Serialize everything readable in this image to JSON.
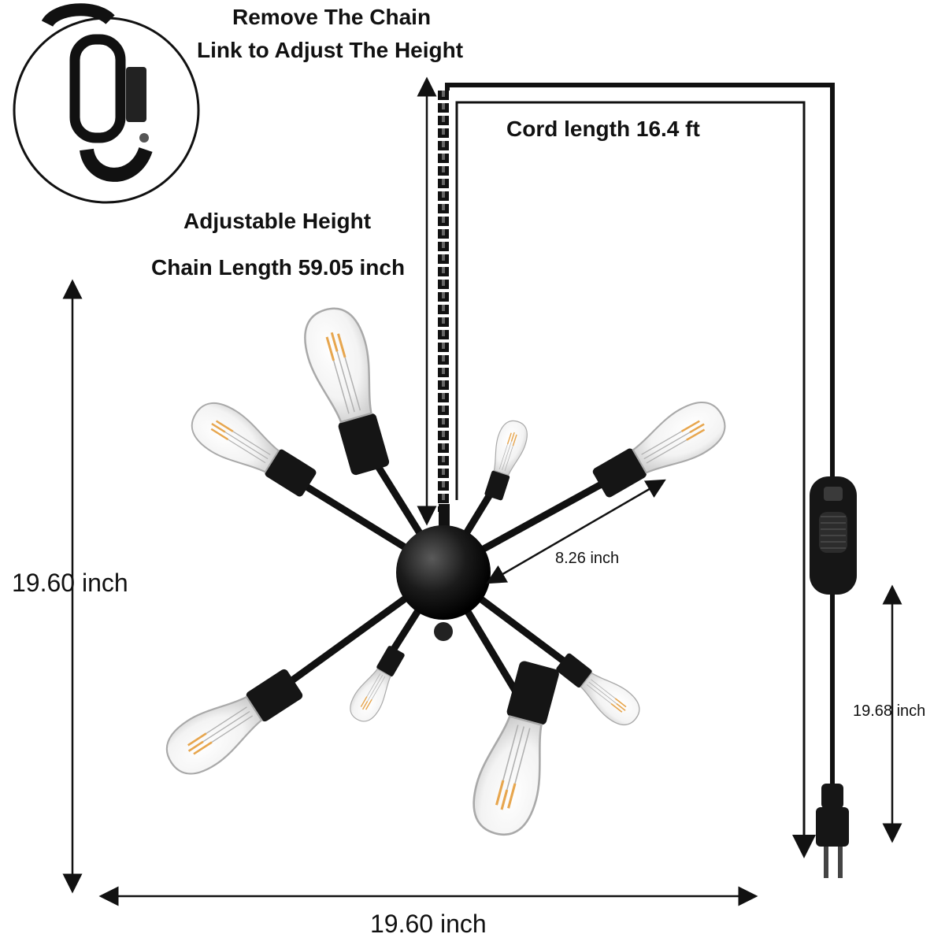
{
  "callout": {
    "line1": "Remove The Chain",
    "line2": "Link to Adjust The Height",
    "icon": "chain-link-closeup-icon"
  },
  "chain": {
    "title": "Adjustable Height",
    "length_label": "Chain Length 59.05 inch"
  },
  "cord": {
    "length_label": "Cord length 16.4 ft"
  },
  "dimensions": {
    "height": "19.60 inch",
    "width": "19.60 inch",
    "arm_length": "8.26 inch",
    "plug_segment": "19.68 inch"
  },
  "colors": {
    "metal": "#1a1a1a",
    "glass_edge": "#b8b8b8",
    "filament": "#e7a64e",
    "background": "#ffffff"
  },
  "product": {
    "bulb_count": 8,
    "icons": [
      "sputnik-chandelier-icon",
      "dimmer-switch-icon",
      "power-plug-icon"
    ]
  }
}
